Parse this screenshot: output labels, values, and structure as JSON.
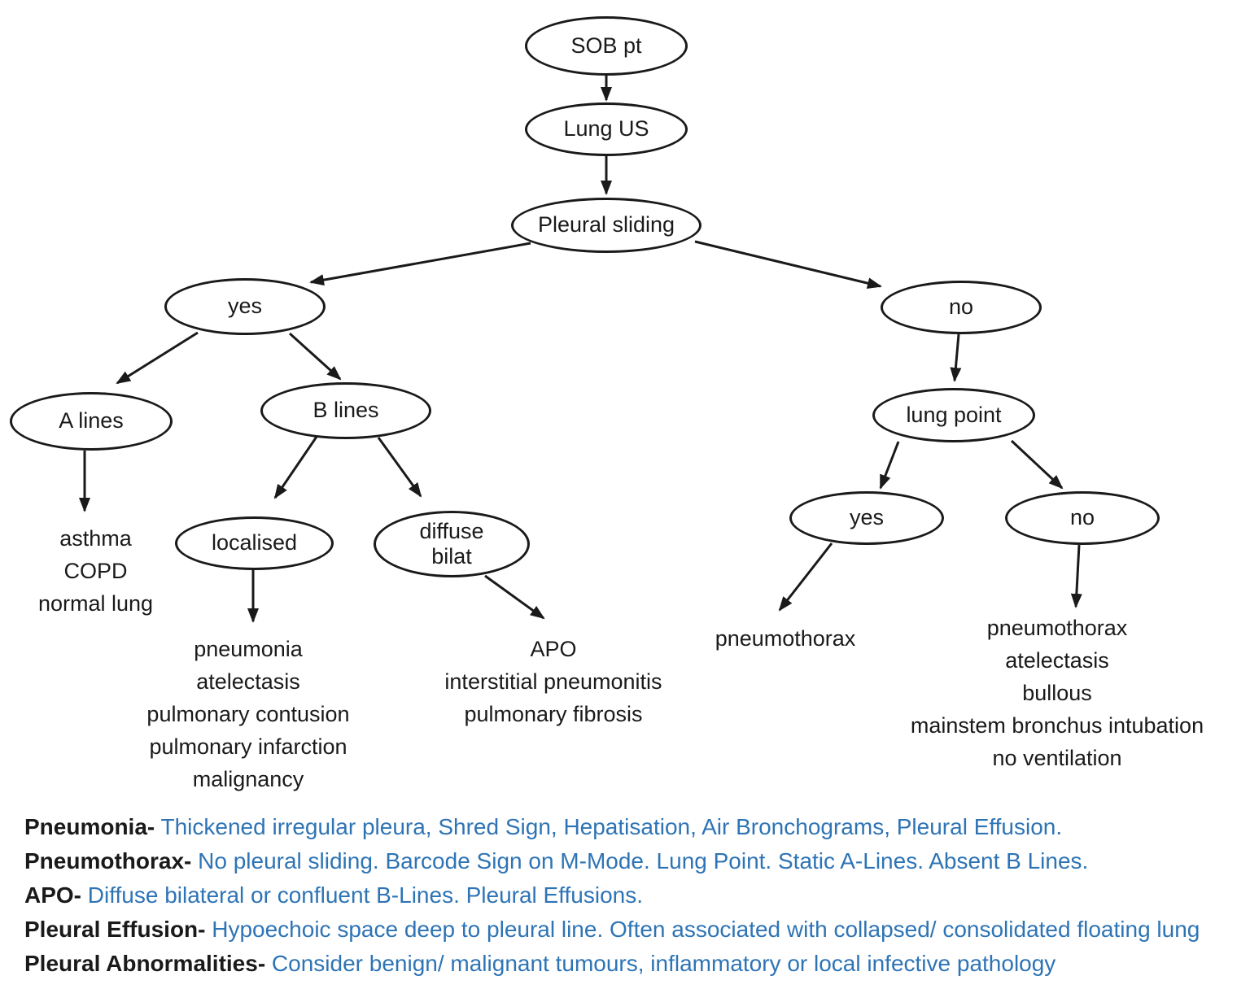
{
  "flowchart": {
    "nodes": {
      "root": "SOB pt",
      "lung_us": "Lung US",
      "pleural_sliding": "Pleural sliding",
      "sliding_yes": "yes",
      "sliding_no": "no",
      "a_lines": "A lines",
      "b_lines": "B lines",
      "lung_point": "lung point",
      "localised": "localised",
      "diffuse_bilat": "diffuse\nbilat",
      "lung_point_yes": "yes",
      "lung_point_no": "no"
    },
    "outcomes": {
      "a_lines": "asthma\nCOPD\nnormal lung",
      "localised": "pneumonia\natelectasis\npulmonary contusion\npulmonary infarction\nmalignancy",
      "diffuse_bilat": "APO\ninterstitial pneumonitis\npulmonary fibrosis",
      "lung_point_yes": "pneumothorax",
      "lung_point_no": "pneumothorax\natelectasis\nbullous\nmainstem bronchus intubation\nno ventilation"
    }
  },
  "legend": {
    "colors": {
      "term_color": "#1a1a1a",
      "desc_color": "#2E74B5"
    },
    "items": [
      {
        "term": "Pneumonia-",
        "desc": " Thickened irregular pleura, Shred Sign, Hepatisation, Air Bronchograms, Pleural Effusion."
      },
      {
        "term": "Pneumothorax-",
        "desc": " No pleural sliding. Barcode Sign on M-Mode. Lung Point. Static A-Lines. Absent B Lines."
      },
      {
        "term": "APO-",
        "desc": " Diffuse bilateral or confluent B-Lines. Pleural Effusions."
      },
      {
        "term": "Pleural Effusion-",
        "desc": " Hypoechoic space deep to pleural line. Often associated with collapsed/ consolidated floating lung"
      },
      {
        "term": "Pleural Abnormalities-",
        "desc": " Consider benign/ malignant tumours, inflammatory or local infective pathology"
      }
    ]
  }
}
